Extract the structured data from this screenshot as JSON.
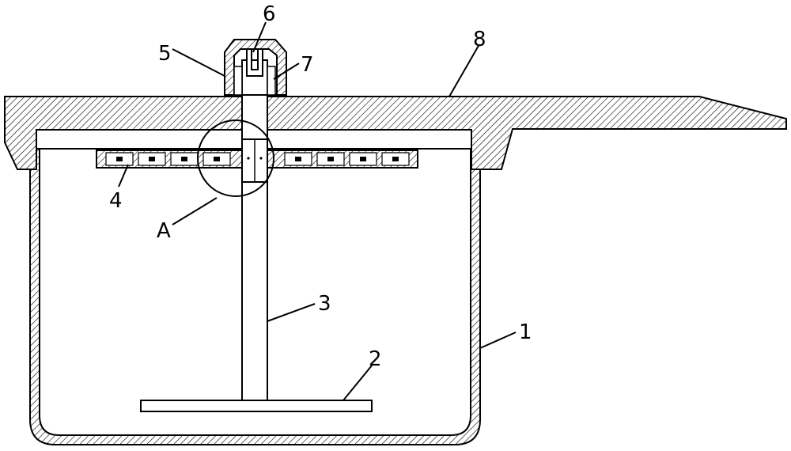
{
  "labels": {
    "part_1": "1",
    "part_2": "2",
    "part_3": "3",
    "part_4": "4",
    "part_5": "5",
    "part_6": "6",
    "part_7": "7",
    "part_8": "8",
    "detail_a": "A"
  }
}
